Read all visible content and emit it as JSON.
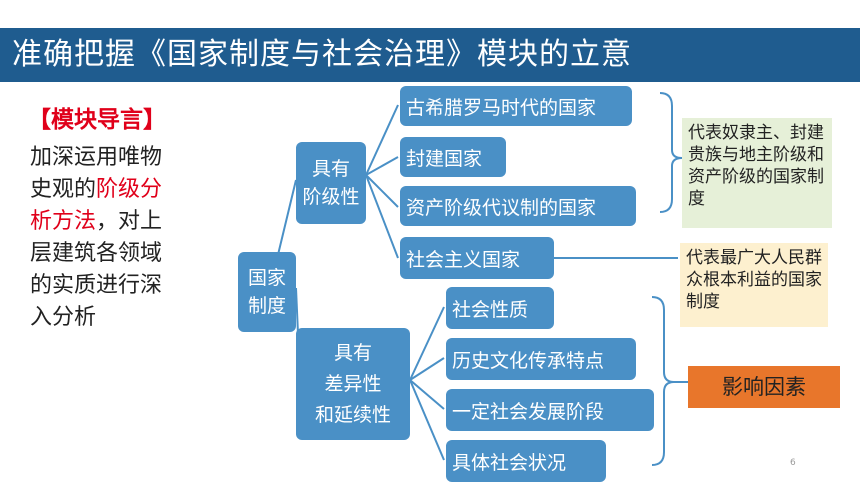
{
  "header": {
    "title": "准确把握《国家制度与社会治理》模块的立意"
  },
  "intro": {
    "heading": "【模块导言】",
    "line1": "加深运用唯物",
    "line2_a": "史观的",
    "line2_b": "阶级分",
    "line3_a": "析方法",
    "line3_b": "，对上",
    "line4": "层建筑各领域",
    "line5": "的实质进行深",
    "line6": "入分析"
  },
  "tree": {
    "root": {
      "line1": "国家",
      "line2": "制度"
    },
    "class_branch": {
      "label": {
        "line1": "具有",
        "line2": "阶级性"
      },
      "items": [
        "古希腊罗马时代的国家",
        "封建国家",
        "资产阶级代议制的国家",
        "社会主义国家"
      ]
    },
    "diff_branch": {
      "label": {
        "line1": "具有",
        "line2": "差异性",
        "line3": "和延续性"
      },
      "items": [
        "社会性质",
        "历史文化传承特点",
        "一定社会发展阶段",
        "具体社会状况"
      ]
    }
  },
  "notes": {
    "class_note": "代表奴隶主、封建贵族与地主阶级和资产阶级的国家制度",
    "socialist_note": "代表最广大人民群众根本利益的国家制度",
    "factor_note": "影响因素"
  },
  "page_number": "6",
  "colors": {
    "title_bg": "#1f5c8f",
    "box_bg": "#4a90c6",
    "line": "#4a90c6",
    "accent_red": "#e0001a"
  }
}
